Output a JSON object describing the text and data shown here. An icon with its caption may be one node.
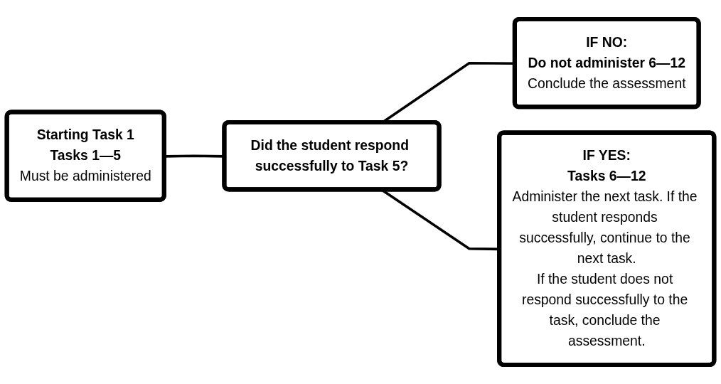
{
  "diagram": {
    "nodes": [
      {
        "text": [
          "Starting Task 1",
          "Tasks 1—5",
          "Must be administered"
        ]
      },
      {
        "text": [
          "Did the student respond successfully to Task 5?"
        ]
      },
      {
        "text": [
          "IF NO:",
          "Do not administer 6—12",
          "Conclude the assessment"
        ]
      },
      {
        "text": [
          "IF YES:",
          "Tasks 6—12",
          "Administer the next task. If the student responds successfully, continue to the next task.",
          "If the student does not respond successfully to the task, conclude the assessment."
        ]
      }
    ],
    "edges": [
      {
        "from": 0,
        "to": 1,
        "arrow": "none"
      },
      {
        "from": 1,
        "to": 2,
        "arrow": "none"
      },
      {
        "from": 1,
        "to": 3,
        "arrow": "none"
      }
    ]
  }
}
